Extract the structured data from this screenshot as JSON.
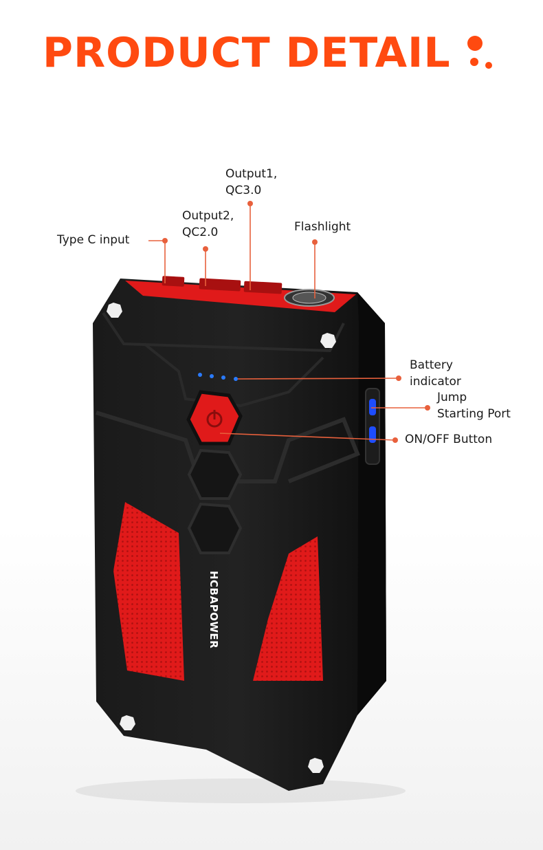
{
  "header": {
    "title": "PRODUCT DETAIL"
  },
  "product": {
    "brand_logo": "HCBAPOWER"
  },
  "callouts": {
    "type_c_input": [
      "Type C input"
    ],
    "output2": [
      "Output2,",
      "QC2.0"
    ],
    "output1": [
      "Output1,",
      "QC3.0"
    ],
    "flashlight": [
      "Flashlight"
    ],
    "battery_indicator": [
      "Battery",
      "indicator"
    ],
    "jump_starting_port": [
      "Jump",
      "Starting Port"
    ],
    "on_off_button": [
      "ON/OFF Button"
    ]
  },
  "colors": {
    "accent": "#ff4a10",
    "callout_line": "#e8603c",
    "device_red": "#e01a1a",
    "device_black": "#151515",
    "indicator_blue": "#2a7bff"
  }
}
